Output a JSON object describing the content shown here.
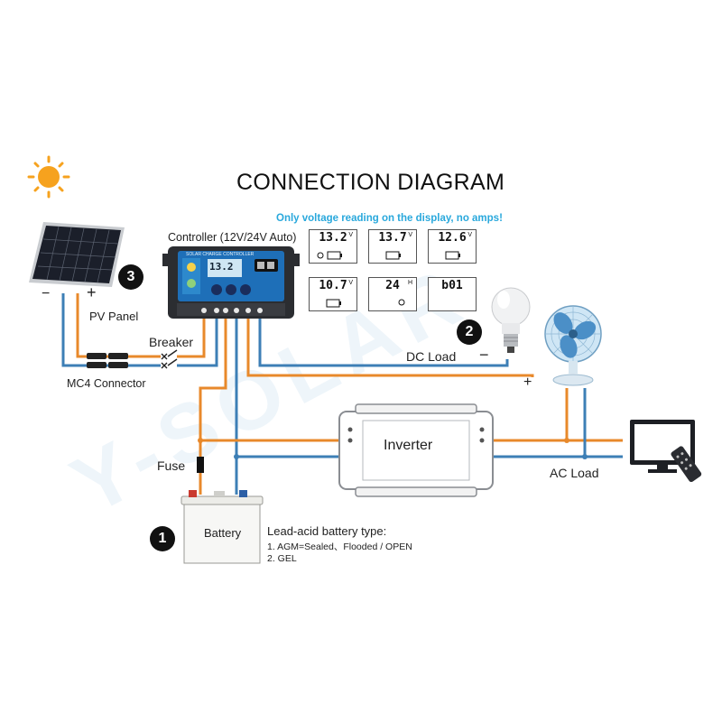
{
  "title": "CONNECTION DIAGRAM",
  "note": "Only voltage reading on the display, no amps!",
  "watermark": "Y-SOLAR",
  "controller": {
    "label": "Controller (12V/24V Auto)",
    "face_text": "SOLAR CHARGE CONTROLLER",
    "screen_value": "13.2"
  },
  "displays": [
    {
      "value": "13.2",
      "unit": "V"
    },
    {
      "value": "13.7",
      "unit": "V"
    },
    {
      "value": "12.6",
      "unit": "V"
    },
    {
      "value": "10.7",
      "unit": "V"
    },
    {
      "value": "24",
      "unit": "H"
    },
    {
      "value": "b01",
      "unit": ""
    }
  ],
  "pv_panel": {
    "label": "PV Panel",
    "minus": "−",
    "plus": "+",
    "badge": "3"
  },
  "breaker_label": "Breaker",
  "mc4_label": "MC4 Connector",
  "dc_load": {
    "label": "DC Load",
    "minus": "−",
    "plus": "+",
    "badge": "2"
  },
  "fuse_label": "Fuse",
  "inverter_label": "Inverter",
  "ac_load_label": "AC Load",
  "battery": {
    "label": "Battery",
    "badge": "1"
  },
  "lead_acid": {
    "title": "Lead-acid battery type:",
    "line1": "1. AGM=Sealed、Flooded / OPEN",
    "line2": "2. GEL"
  },
  "colors": {
    "positive_wire": "#e8892b",
    "negative_wire": "#3d7fb6",
    "accent_text": "#29a8dc",
    "sun": "#f6a21e"
  },
  "icons": [
    "sun-icon",
    "solar-panel-icon",
    "controller-icon",
    "light-bulb-icon",
    "fan-icon",
    "tv-icon",
    "remote-icon",
    "battery-icon",
    "inverter-icon"
  ]
}
